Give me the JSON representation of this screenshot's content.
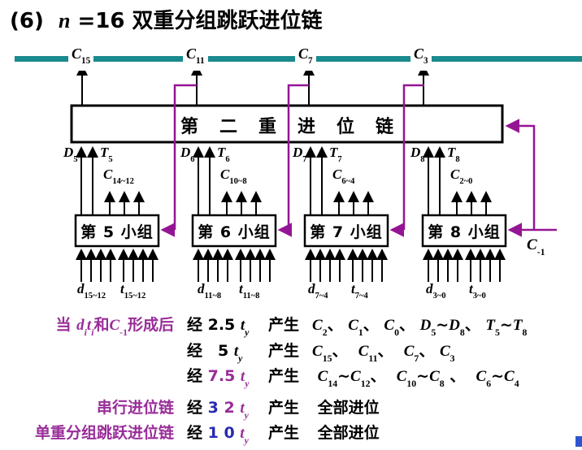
{
  "title": [
    {
      "p": "(6)  "
    },
    {
      "t": "n"
    },
    {
      "p": " =16 双重分组跳跃进位链"
    }
  ],
  "colors": {
    "teal_bus_bar": "#1b8a8e",
    "purple_feedback_line": "#941594",
    "magenta_text": "#992d99",
    "blue_text": "#2a2ab2",
    "ink": "#000000",
    "corner_marker_blue": "#2e55d0"
  },
  "diagram": {
    "second_chain_label": "第二重进位链",
    "top_carries": [
      [
        {
          "t": "C",
          "s": "15"
        }
      ],
      [
        {
          "t": "C",
          "s": "11"
        }
      ],
      [
        {
          "t": "C",
          "s": "7"
        }
      ],
      [
        {
          "t": "C",
          "s": "3"
        }
      ]
    ],
    "carry_in_label": [
      {
        "t": "C",
        "s": "-1"
      }
    ],
    "groups": [
      {
        "label": "第 5 小组",
        "D": [
          {
            "t": "D",
            "s": "5"
          }
        ],
        "T": [
          {
            "t": "T",
            "s": "5"
          }
        ],
        "carry_out": [
          {
            "t": "C",
            "s": "14~12"
          }
        ],
        "d_in": [
          {
            "t": "d",
            "s": "15~12"
          }
        ],
        "t_in": [
          {
            "t": "t",
            "s": "15~12"
          }
        ]
      },
      {
        "label": "第 6 小组",
        "D": [
          {
            "t": "D",
            "s": "6"
          }
        ],
        "T": [
          {
            "t": "T",
            "s": "6"
          }
        ],
        "carry_out": [
          {
            "t": "C",
            "s": "10~8"
          }
        ],
        "d_in": [
          {
            "t": "d",
            "s": "11~8"
          }
        ],
        "t_in": [
          {
            "t": "t",
            "s": "11~8"
          }
        ]
      },
      {
        "label": "第 7 小组",
        "D": [
          {
            "t": "D",
            "s": "7"
          }
        ],
        "T": [
          {
            "t": "T",
            "s": "7"
          }
        ],
        "carry_out": [
          {
            "t": "C",
            "s": "6~4"
          }
        ],
        "d_in": [
          {
            "t": "d",
            "s": "7~4"
          }
        ],
        "t_in": [
          {
            "t": "t",
            "s": "7~4"
          }
        ]
      },
      {
        "label": "第 8 小组",
        "D": [
          {
            "t": "D",
            "s": "8"
          }
        ],
        "T": [
          {
            "t": "T",
            "s": "8"
          }
        ],
        "carry_out": [
          {
            "t": "C",
            "s": "2~0"
          }
        ],
        "d_in": [
          {
            "t": "d",
            "s": "3~0"
          }
        ],
        "t_in": [
          {
            "t": "t",
            "s": "3~0"
          }
        ]
      }
    ]
  },
  "notes": {
    "rows": [
      {
        "lead": [
          {
            "p": "当 ",
            "c": "mag"
          },
          {
            "t": "d",
            "s": "i",
            "c": "mag"
          },
          {
            "t": "t",
            "s": "i",
            "c": "mag"
          },
          {
            "p": "和",
            "c": "mag"
          },
          {
            "t": "C",
            "s": "-1",
            "c": "mag"
          },
          {
            "p": "形成后",
            "c": "mag"
          }
        ],
        "time": [
          {
            "p": "经 2.5 "
          },
          {
            "t": "t",
            "s": "y"
          }
        ],
        "produce": "产生",
        "result": [
          {
            "t": "C",
            "s": "2"
          },
          {
            "p": "、 "
          },
          {
            "t": "C",
            "s": "1"
          },
          {
            "p": "、 "
          },
          {
            "t": "C",
            "s": "0"
          },
          {
            "p": "、 "
          },
          {
            "t": "D",
            "s": "5"
          },
          {
            "p": "~"
          },
          {
            "t": "D",
            "s": "8"
          },
          {
            "p": "、 "
          },
          {
            "t": "T",
            "s": "5"
          },
          {
            "p": "~"
          },
          {
            "t": "T",
            "s": "8"
          }
        ]
      },
      {
        "lead": [],
        "time": [
          {
            "p": "经　5 "
          },
          {
            "t": "t",
            "s": "y"
          }
        ],
        "produce": "产生",
        "result": [
          {
            "t": "C",
            "s": "15"
          },
          {
            "p": "、  "
          },
          {
            "t": "C",
            "s": "11"
          },
          {
            "p": "、  "
          },
          {
            "t": "C",
            "s": "7"
          },
          {
            "p": "、 "
          },
          {
            "t": "C",
            "s": "3"
          }
        ]
      },
      {
        "lead": [],
        "time": [
          {
            "p": "经 ",
            "c": ""
          },
          {
            "p": "7.5 ",
            "c": "mag"
          },
          {
            "t": "t",
            "s": "y",
            "c": "mag"
          }
        ],
        "produce": "产生",
        "result": [
          {
            "p": " "
          },
          {
            "t": "C",
            "s": "14"
          },
          {
            "p": "~"
          },
          {
            "t": "C",
            "s": "12"
          },
          {
            "p": "、  "
          },
          {
            "t": "C",
            "s": "10"
          },
          {
            "p": "~"
          },
          {
            "t": "C",
            "s": "8"
          },
          {
            "p": " 、  "
          },
          {
            "t": "C",
            "s": "6"
          },
          {
            "p": "~"
          },
          {
            "t": "C",
            "s": "4"
          }
        ]
      },
      {
        "lead": [
          {
            "p": "串行进位链",
            "c": "mag"
          }
        ],
        "time": [
          {
            "p": "经 "
          },
          {
            "p": "3 ",
            "c": "blue"
          },
          {
            "p": "2 ",
            "c": "mag"
          },
          {
            "t": "t",
            "s": "y",
            "c": "mag"
          }
        ],
        "produce": "产生",
        "result": [
          {
            "p": " 全部进位"
          }
        ]
      },
      {
        "lead": [
          {
            "p": "单重分组跳跃进位链",
            "c": "mag"
          }
        ],
        "time": [
          {
            "p": "经 "
          },
          {
            "p": "1 0 ",
            "c": "blue"
          },
          {
            "t": "t",
            "s": "y",
            "c": "mag"
          }
        ],
        "produce": "产生",
        "result": [
          {
            "p": " 全部进位"
          }
        ]
      }
    ]
  }
}
